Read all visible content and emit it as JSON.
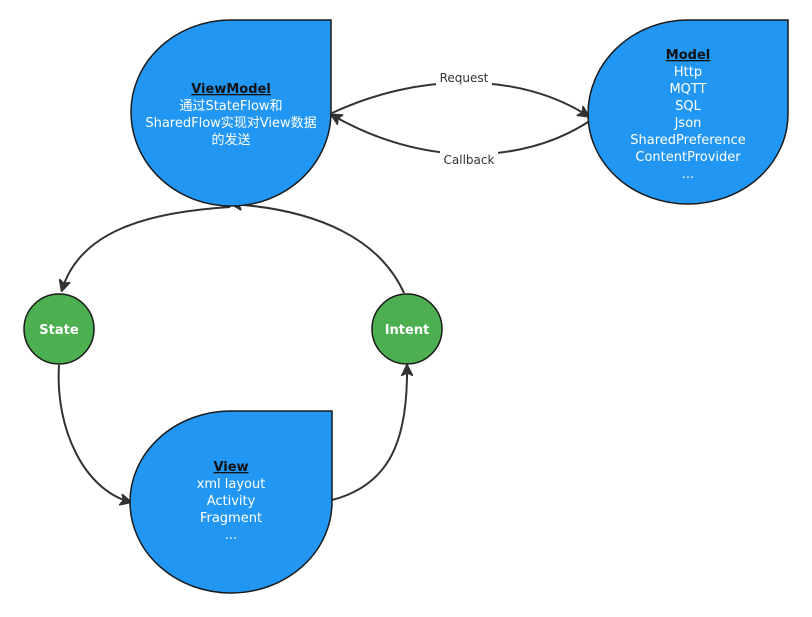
{
  "nodes": {
    "viewmodel": {
      "title": "ViewModel",
      "lines": [
        "通过StateFlow和",
        "SharedFlow实现对View数据",
        "的发送"
      ],
      "color": "#2196F3"
    },
    "model": {
      "title": "Model",
      "lines": [
        "Http",
        "MQTT",
        "SQL",
        "Json",
        "SharedPreference",
        "ContentProvider",
        "..."
      ],
      "color": "#2196F3"
    },
    "view": {
      "title": "View",
      "lines": [
        "xml layout",
        "Activity",
        "Fragment",
        "..."
      ],
      "color": "#2196F3"
    },
    "state": {
      "label": "State",
      "color": "#4CAF50"
    },
    "intent": {
      "label": "Intent",
      "color": "#4CAF50"
    }
  },
  "edges": {
    "request": {
      "label": "Request"
    },
    "callback": {
      "label": "Callback"
    }
  }
}
